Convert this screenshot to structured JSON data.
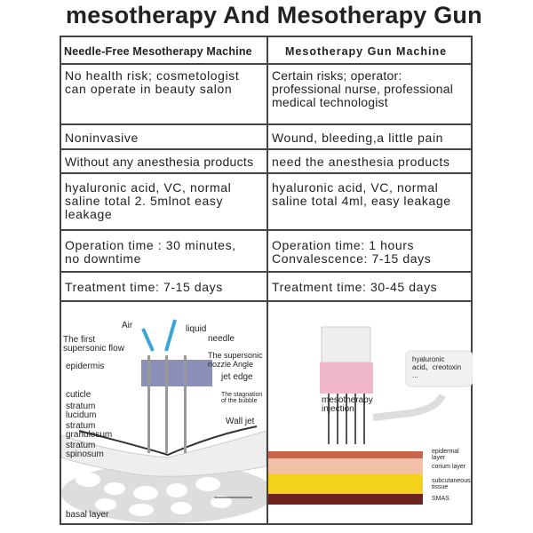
{
  "title": "mesotherapy And Mesotherapy Gun",
  "table": {
    "headers": [
      "Needle-Free Mesotherapy Machine",
      "Mesotherapy Gun Machine"
    ],
    "rows": [
      [
        "No health risk; cosmetologist\ncan operate in beauty salon",
        "Certain risks; operator:\nprofessional nurse, professional\nmedical technologist"
      ],
      [
        "Noninvasive",
        "Wound, bleeding,a little pain"
      ],
      [
        "Without any anesthesia products",
        "need the anesthesia products"
      ],
      [
        "hyaluronic acid, VC, normal\nsaline total 2. 5mlnot easy\nleakage",
        "hyaluronic acid, VC, normal\nsaline total 4ml, easy leakage"
      ],
      [
        "Operation time : 30 minutes,\nno downtime",
        "Operation time: 1 hours\nConvalescence: 7-15 days"
      ],
      [
        "Treatment time: 7-15 days",
        "Treatment time: 30-45 days"
      ]
    ]
  },
  "left_diagram": {
    "labels": {
      "air": "Air",
      "liquid": "liquid",
      "needle": "needle",
      "first_flow": "The first\nsupersonic flow",
      "nozzle": "The supersonic\nnozzle Angle",
      "epidermis": "epidermis",
      "jet_edge": "jet edge",
      "stagnation": "The stagnation\nof the bubble",
      "cuticle": "cuticle",
      "lucidum": "stratum\nlucidum",
      "wall_jet": "Wall jet",
      "granulosum": "stratum\ngranulosum",
      "spinosum": "stratum\nspinosum",
      "basal": "basal layer"
    }
  },
  "right_diagram": {
    "labels": {
      "bubble": "hyaluronic\nacid、creotoxin\n...",
      "injection": "mesotherapy\ninjection",
      "epidermal": "epidermal\nlayer",
      "corium": "corium layer",
      "subcutaneous": "subcutaneous\ntissue",
      "smas": "SMAS"
    }
  }
}
